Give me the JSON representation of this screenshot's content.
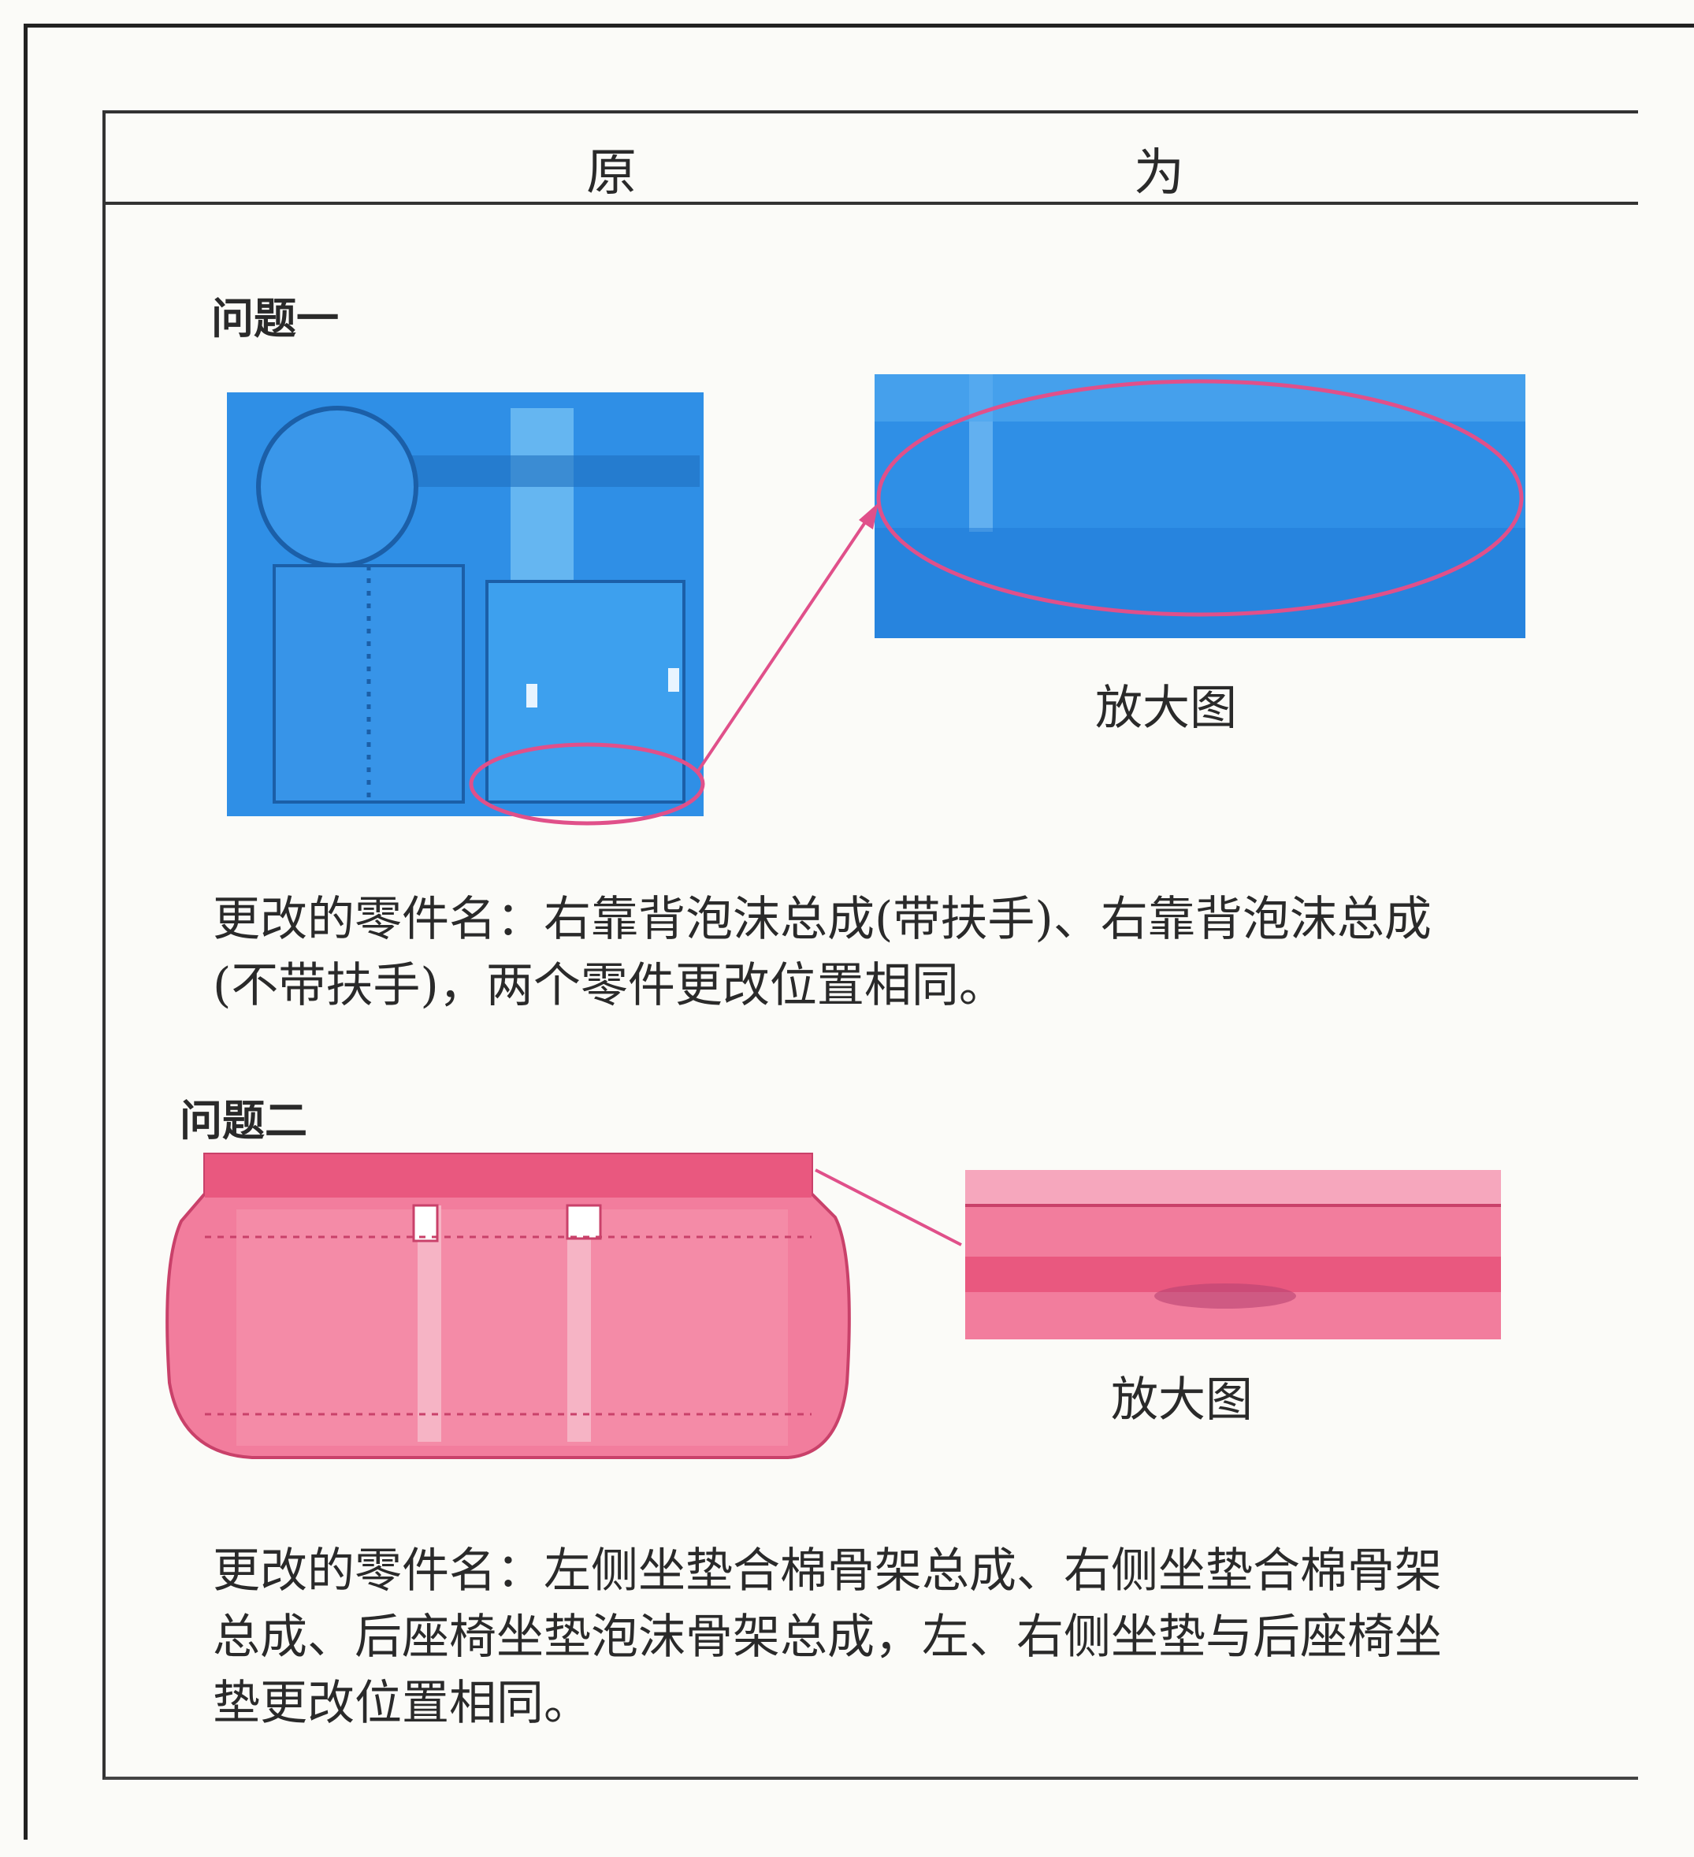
{
  "header": {
    "col1": "原",
    "col2": "为"
  },
  "problems": [
    {
      "label": "问题一",
      "zoom_caption": "放大图",
      "description": "更改的零件名：右靠背泡沫总成(带扶手)、右靠背泡沫总成\n(不带扶手)，两个零件更改位置相同。",
      "color": "#2f8fe6"
    },
    {
      "label": "问题二",
      "zoom_caption": "放大图",
      "description": "更改的零件名：左侧坐垫合棉骨架总成、右侧坐垫合棉骨架\n总成、后座椅坐垫泡沫骨架总成，左、右侧坐垫与后座椅坐\n垫更改位置相同。",
      "color": "#f06b8e"
    }
  ],
  "annotation_color": "#e0508a"
}
